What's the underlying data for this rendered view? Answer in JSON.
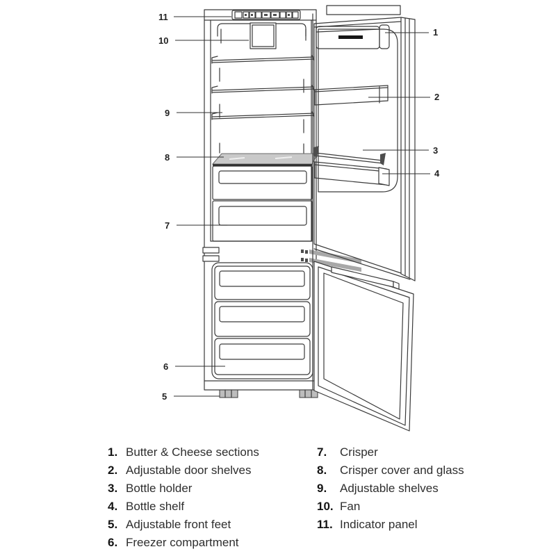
{
  "callouts": {
    "c1": "1",
    "c2": "2",
    "c3": "3",
    "c4": "4",
    "c5": "5",
    "c6": "6",
    "c7": "7",
    "c8": "8",
    "c9": "9",
    "c10": "10",
    "c11": "11"
  },
  "legend": {
    "left": [
      {
        "num": "1.",
        "label": "Butter & Cheese sections"
      },
      {
        "num": "2.",
        "label": "Adjustable door shelves"
      },
      {
        "num": "3.",
        "label": "Bottle holder"
      },
      {
        "num": "4.",
        "label": "Bottle shelf"
      },
      {
        "num": "5.",
        "label": "Adjustable front feet"
      },
      {
        "num": "6.",
        "label": "Freezer compartment"
      }
    ],
    "right": [
      {
        "num": "7.",
        "label": "Crisper"
      },
      {
        "num": "8.",
        "label": "Crisper cover and glass"
      },
      {
        "num": "9.",
        "label": "Adjustable shelves"
      },
      {
        "num": "10.",
        "label": "Fan"
      },
      {
        "num": "11.",
        "label": "Indicator panel"
      }
    ]
  },
  "colors": {
    "line": "#3a3a3a",
    "glass_fill": "#c9c9c9",
    "hinge_gray": "#a8a8a8",
    "dark_accent": "#4d4d4d",
    "text": "#2b2b2b"
  }
}
